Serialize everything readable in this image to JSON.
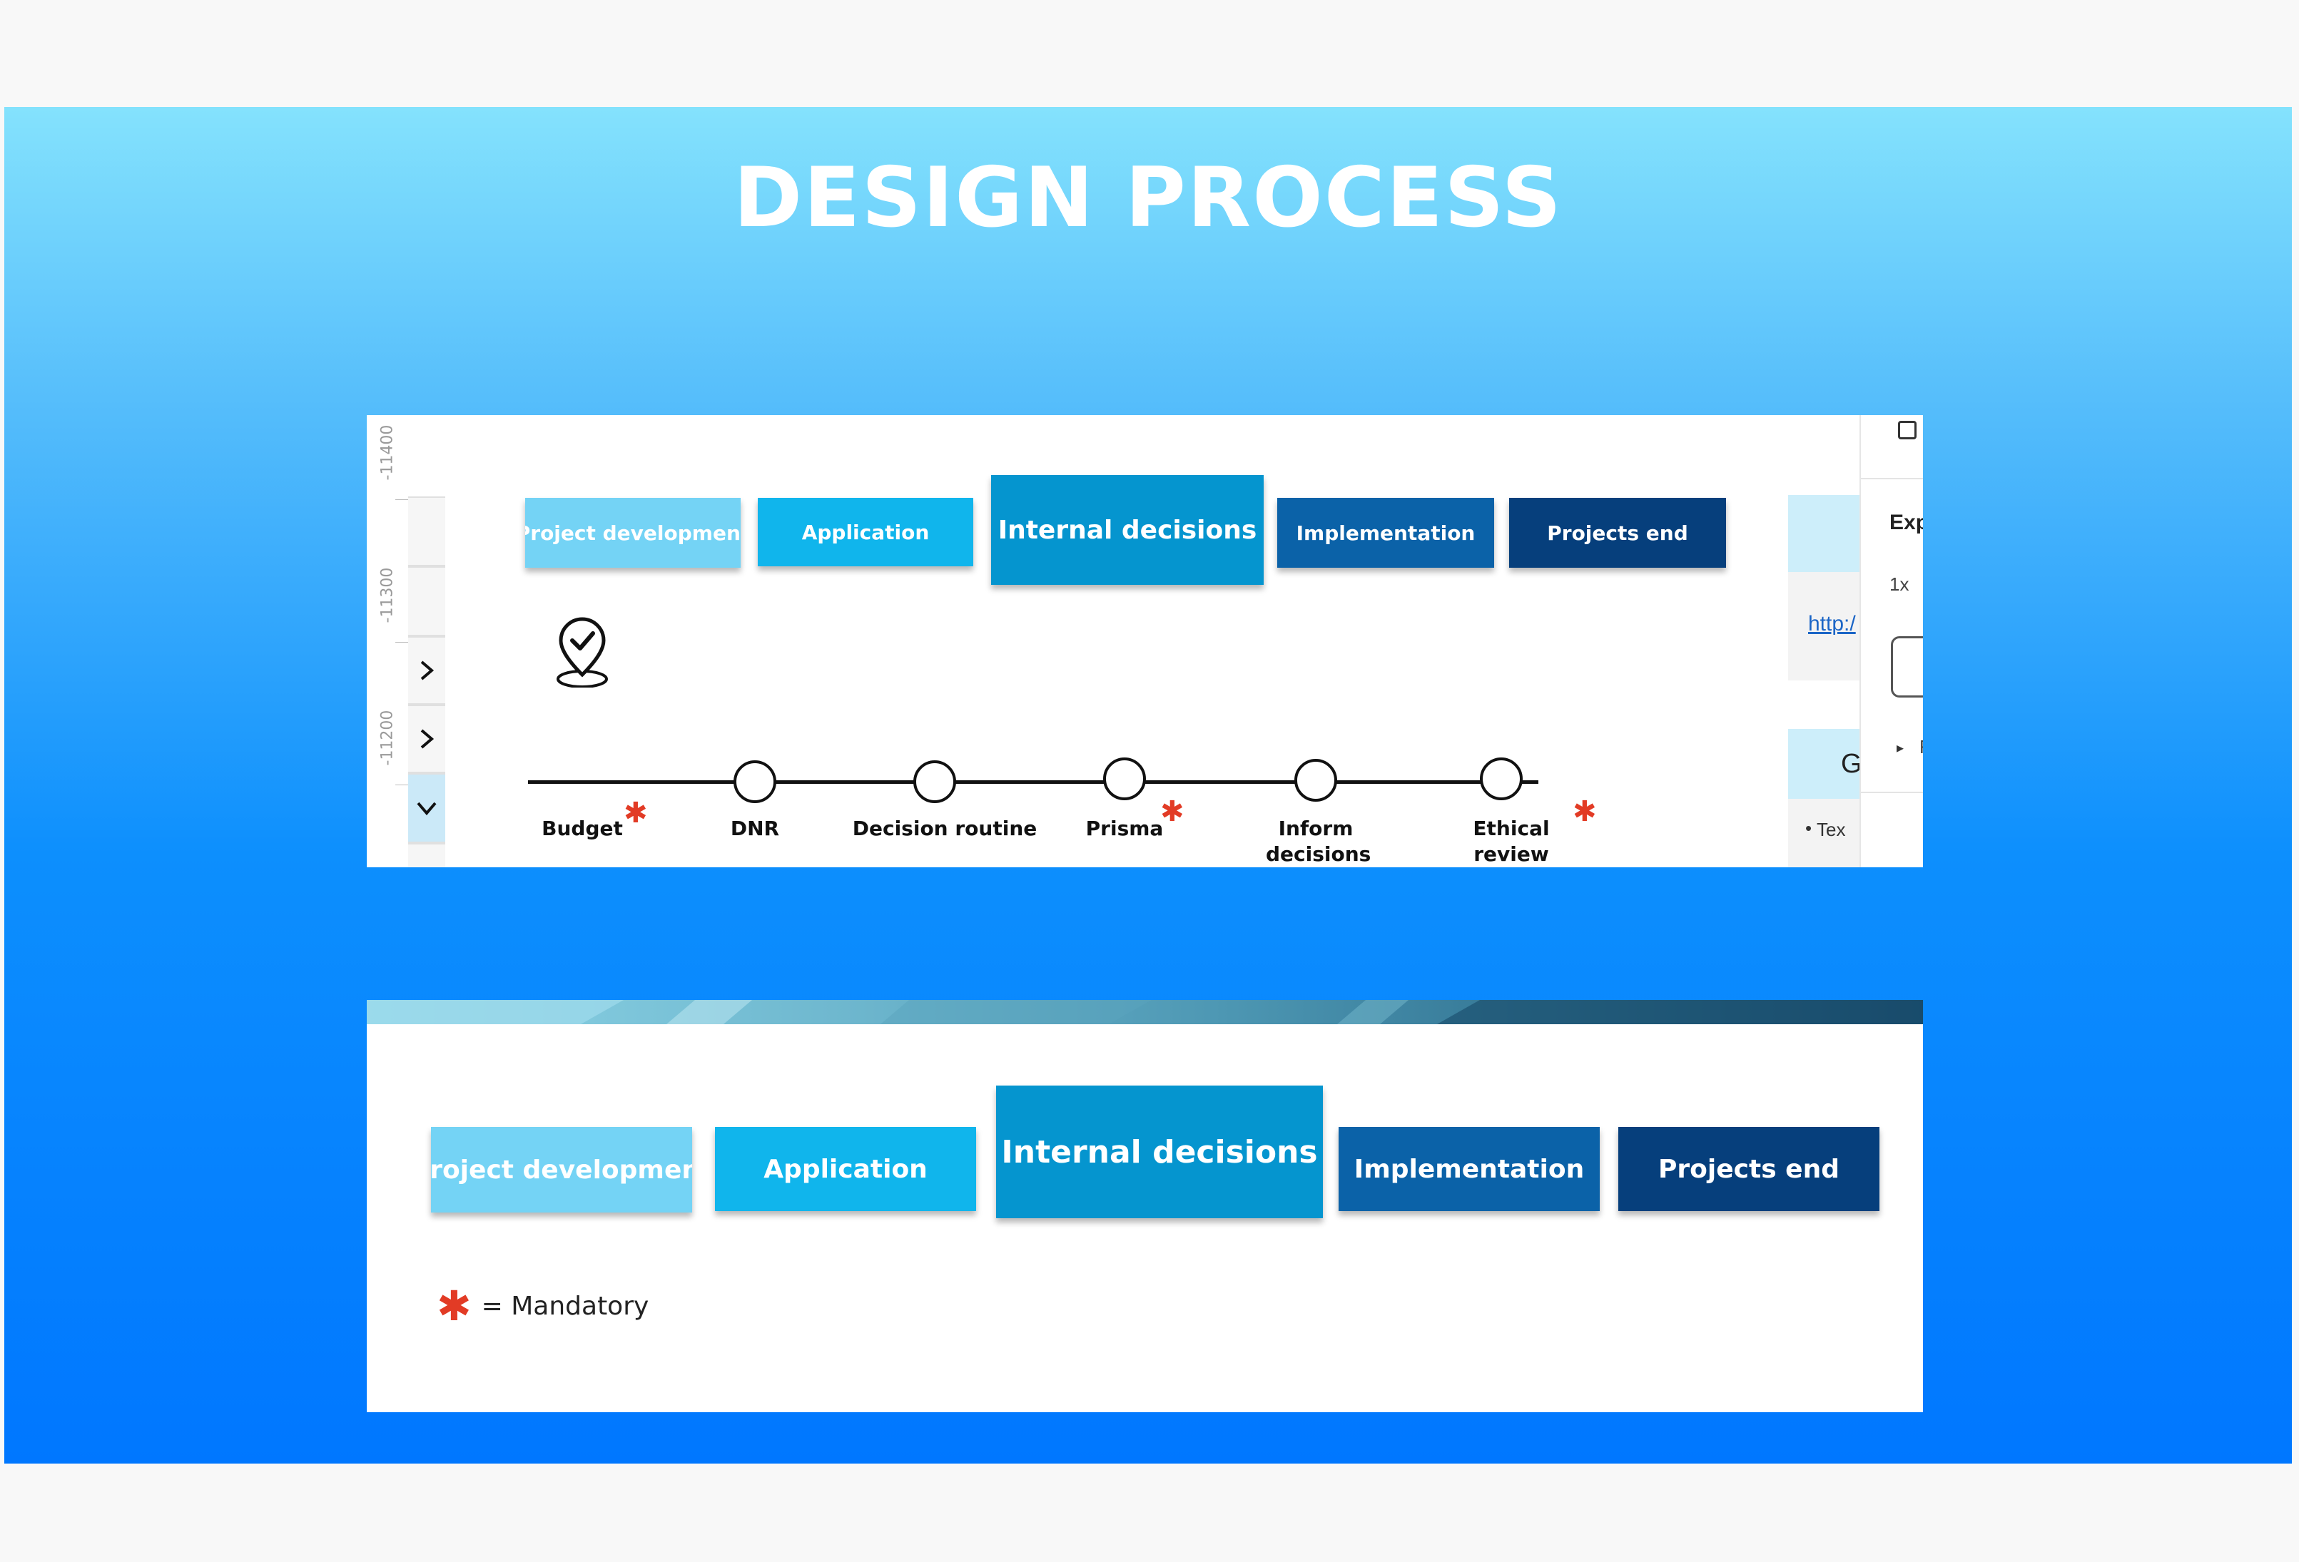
{
  "slide": {
    "title": "DESIGN PROCESS"
  },
  "phases": [
    {
      "label": "Project development",
      "color": "#74d3f5"
    },
    {
      "label": "Application",
      "color": "#10b5ec"
    },
    {
      "label": "Internal decisions",
      "color": "#0595cf"
    },
    {
      "label": "Implementation",
      "color": "#0b62a8"
    },
    {
      "label": "Projects end",
      "color": "#063f7c"
    }
  ],
  "ruler": {
    "labels": [
      "-11400",
      "-11300",
      "-11200"
    ]
  },
  "gutter": {
    "icons": [
      "chevron-right-icon",
      "chevron-right-icon",
      "chevron-down-icon"
    ]
  },
  "timeline": {
    "steps": [
      {
        "label": "Budget",
        "mandatory": true,
        "icon": "location-check-pin-icon"
      },
      {
        "label": "DNR",
        "mandatory": false
      },
      {
        "label": "Decision routine",
        "mandatory": false
      },
      {
        "label": "Prisma",
        "mandatory": true
      },
      {
        "label": "Inform decisions",
        "mandatory": false
      },
      {
        "label": "Ethical review",
        "mandatory": true
      }
    ]
  },
  "legend": {
    "symbol": "✱",
    "text": "= Mandatory"
  },
  "side_panel": {
    "link_text": "http:/",
    "group_letter": "G",
    "bullet_text": "Tex",
    "export_label": "Exp",
    "scale_label": "1x",
    "expand_label": "F"
  },
  "colors": {
    "mandatory_star": "#e23b25"
  }
}
